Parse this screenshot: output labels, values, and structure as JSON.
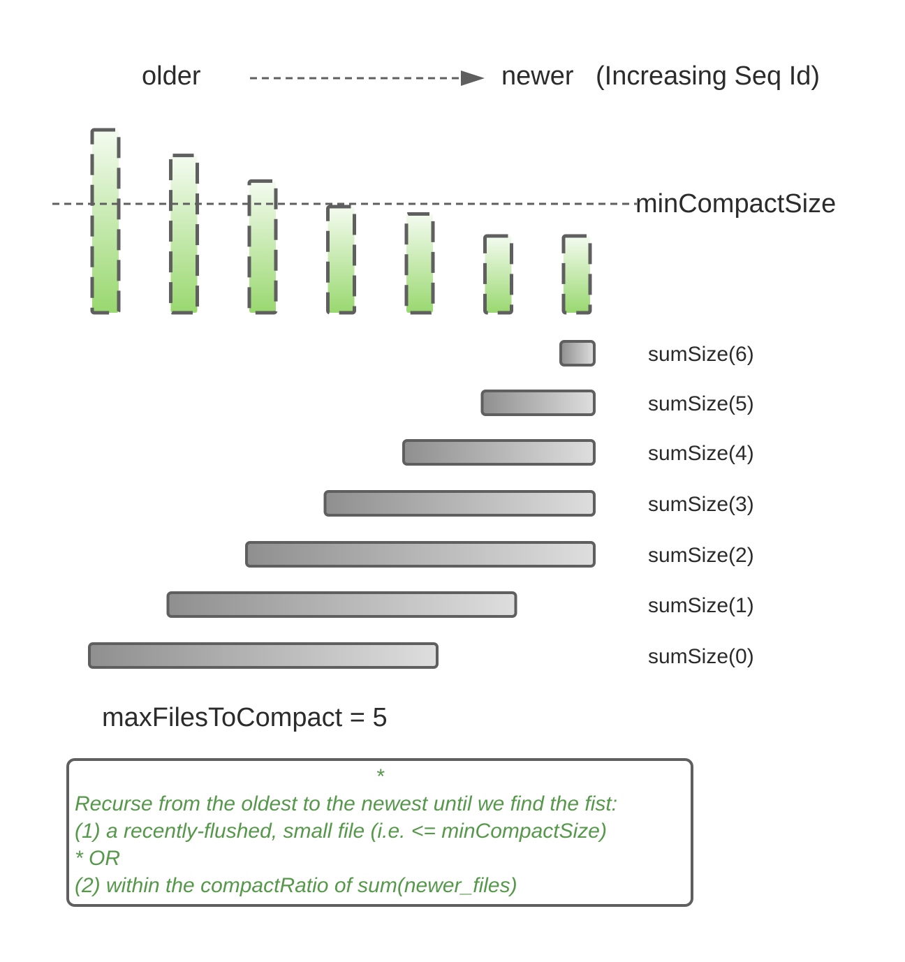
{
  "header": {
    "older_label": "older",
    "newer_label": "newer",
    "seq_label": "(Increasing Seq Id)"
  },
  "threshold_label": "minCompactSize",
  "files": [
    {
      "level": 1.0
    },
    {
      "level": 0.86
    },
    {
      "level": 0.72
    },
    {
      "level": 0.58
    },
    {
      "level": 0.54
    },
    {
      "level": 0.42
    },
    {
      "level": 0.42
    }
  ],
  "sum_sizes": [
    {
      "label": "sumSize(6)",
      "from_file": 6,
      "to_file": 6
    },
    {
      "label": "sumSize(5)",
      "from_file": 5,
      "to_file": 6
    },
    {
      "label": "sumSize(4)",
      "from_file": 4,
      "to_file": 6
    },
    {
      "label": "sumSize(3)",
      "from_file": 3,
      "to_file": 6
    },
    {
      "label": "sumSize(2)",
      "from_file": 2,
      "to_file": 6
    },
    {
      "label": "sumSize(1)",
      "from_file": 1,
      "to_file": 5
    },
    {
      "label": "sumSize(0)",
      "from_file": 0,
      "to_file": 4
    }
  ],
  "max_files_label": "maxFilesToCompact = 5",
  "note": {
    "star": "*",
    "lines": [
      "Recurse from the oldest to the newest until we find the fist:",
      "(1) a recently-flushed, small file (i.e. <= minCompactSize)",
      "* OR",
      "(2) within the compactRatio of sum(newer_files)"
    ]
  },
  "colors": {
    "file_fill_top": "#f4fbf0",
    "file_fill_bottom": "#99d86f",
    "outline": "#5f5f5f",
    "bar_fill_left": "#8f8f8f",
    "bar_fill_right": "#dedede",
    "note_text": "#55984a"
  }
}
